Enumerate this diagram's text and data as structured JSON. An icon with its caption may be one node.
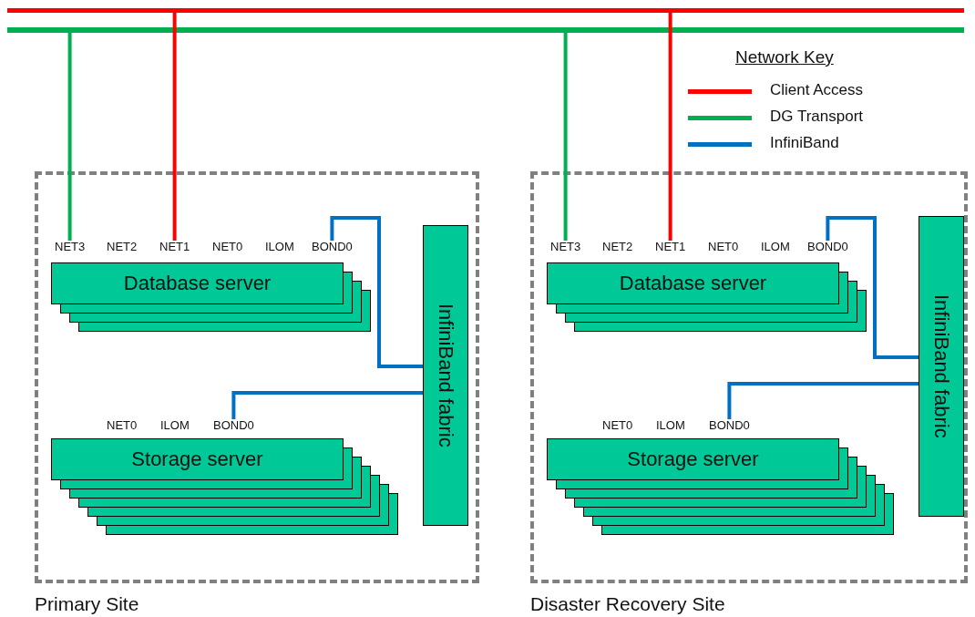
{
  "diagram": {
    "nodes": [
      {
        "text": [],
        "shape": "bar"
      },
      {
        "text": [],
        "shape": "bar"
      },
      {
        "text": [
          "Primary Site"
        ]
      },
      {
        "text": [
          "Database server"
        ],
        "in": 2
      },
      {
        "text": [
          "Storage server"
        ],
        "in": 2
      },
      {
        "text": [
          "InfiniBand fabric"
        ],
        "in": 2
      },
      {
        "text": [
          "NET3"
        ],
        "in": 2
      },
      {
        "text": [
          "NET1"
        ],
        "in": 2
      },
      {
        "text": [
          "BOND0"
        ],
        "in": 2
      },
      {
        "text": [
          "BOND0"
        ],
        "in": 2
      },
      {
        "text": [
          "Disaster Recovery Site"
        ]
      },
      {
        "text": [
          "Database server"
        ],
        "in": 10
      },
      {
        "text": [
          "Storage server"
        ],
        "in": 10
      },
      {
        "text": [
          "InfiniBand fabric"
        ],
        "in": 10
      },
      {
        "text": [
          "NET3"
        ],
        "in": 10
      },
      {
        "text": [
          "NET1"
        ],
        "in": 10
      },
      {
        "text": [
          "BOND0"
        ],
        "in": 10
      },
      {
        "text": [
          "BOND0"
        ],
        "in": 10
      }
    ],
    "edges": [
      {
        "from": 1,
        "to": 6,
        "arrow": "none",
        "color": "#00b050"
      },
      {
        "from": 0,
        "to": 7,
        "arrow": "none",
        "color": "#ff0000"
      },
      {
        "from": 8,
        "to": 5,
        "arrow": "none",
        "color": "#0070c0"
      },
      {
        "from": 9,
        "to": 5,
        "arrow": "none",
        "color": "#0070c0"
      },
      {
        "from": 1,
        "to": 14,
        "arrow": "none",
        "color": "#00b050"
      },
      {
        "from": 0,
        "to": 15,
        "arrow": "none",
        "color": "#ff0000"
      },
      {
        "from": 16,
        "to": 13,
        "arrow": "none",
        "color": "#0070c0"
      },
      {
        "from": 17,
        "to": 13,
        "arrow": "none",
        "color": "#0070c0"
      }
    ],
    "labels": [
      "Network Key",
      "NET2",
      "NET0",
      "ILOM",
      "NET0",
      "ILOM",
      "NET2",
      "NET0",
      "ILOM",
      "NET0",
      "ILOM"
    ],
    "legend": [
      {
        "text": "Client Access",
        "color": "#ff0000"
      },
      {
        "text": "DG Transport",
        "color": "#00b050"
      },
      {
        "text": "InfiniBand",
        "color": "#0070c0"
      }
    ]
  }
}
